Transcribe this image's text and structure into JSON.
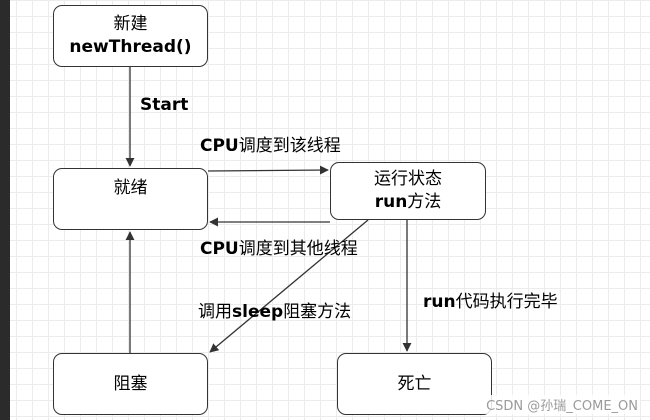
{
  "states": {
    "new": {
      "line1": "新建",
      "line2": "newThread()"
    },
    "ready": {
      "line1": "就绪"
    },
    "running": {
      "line1": "运行状态",
      "line2_bold": "run",
      "line2_rest": "方法"
    },
    "blocked": {
      "line1": "阻塞"
    },
    "dead": {
      "line1": "死亡"
    }
  },
  "edges": {
    "start": {
      "label": "Start"
    },
    "cpu_schedule": {
      "label_bold": "CPU",
      "label_rest": "调度到该线程"
    },
    "cpu_other": {
      "label_bold": "CPU",
      "label_rest": "调度到其他线程"
    },
    "sleep": {
      "label_pre": "调用",
      "label_bold": "sleep",
      "label_rest": "阻塞方法"
    },
    "run_done": {
      "label_bold": "run",
      "label_rest": "代码执行完毕"
    }
  },
  "watermark": {
    "text": "CSDN @孙瑞_COME_ON"
  },
  "colors": {
    "line": "#333333",
    "frame": "#2b2b2b"
  }
}
